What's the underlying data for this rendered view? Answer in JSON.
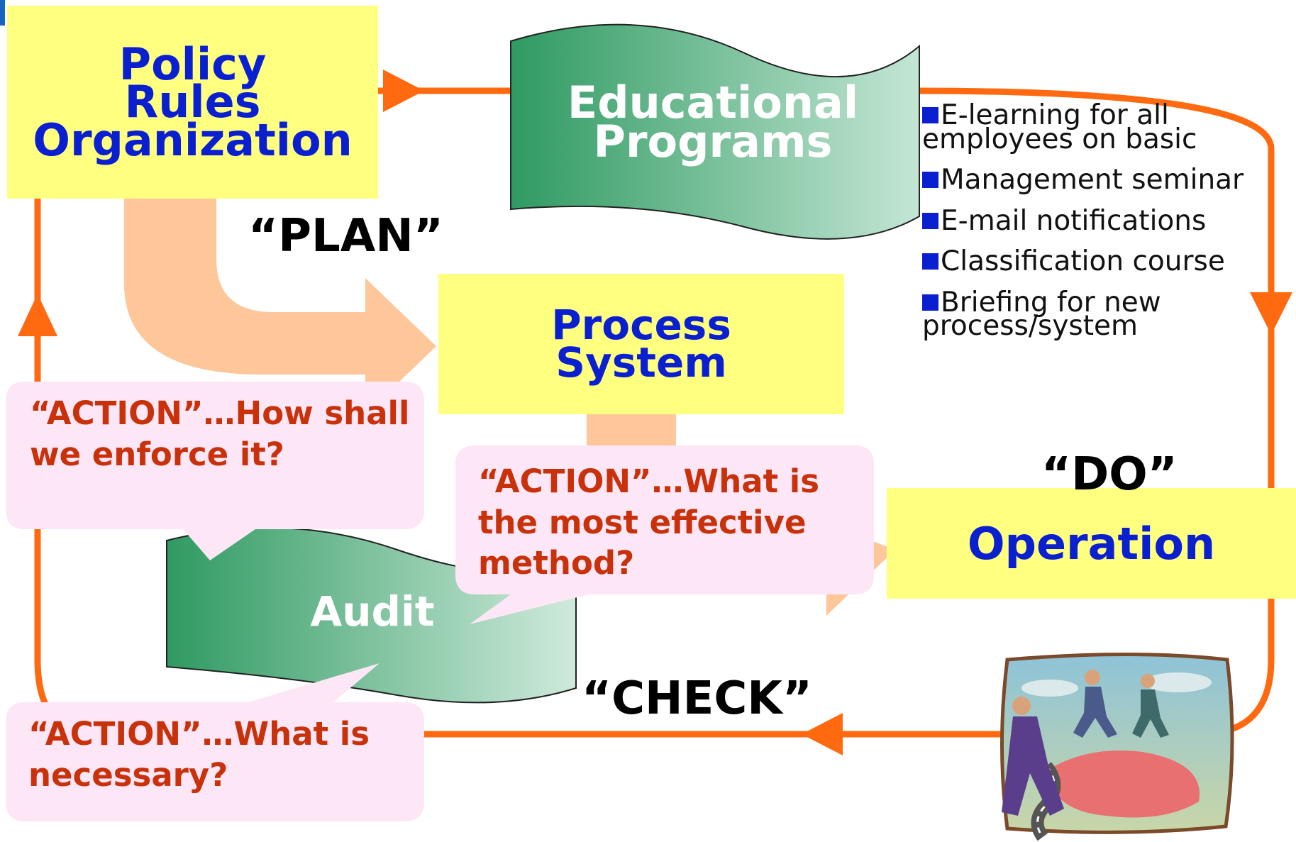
{
  "boxes": {
    "policy": [
      "Policy",
      "Rules",
      "Organization"
    ],
    "process": [
      "Process",
      "System"
    ],
    "operation": "Operation"
  },
  "educational": [
    "Educational",
    "Programs"
  ],
  "audit": "Audit",
  "phases": {
    "plan": "“PLAN”",
    "do": "“DO”",
    "check": "“CHECK”"
  },
  "programs": [
    "E-learning for all employees on basic",
    "Management seminar",
    "E-mail notifications",
    "Classification course",
    "Briefing for new process/system"
  ],
  "callouts": {
    "enforce": "“ACTION”…How shall we enforce it?",
    "method": "“ACTION”…What is the most effective method?",
    "necessary": "“ACTION”…What is necessary?"
  },
  "colors": {
    "cycle_line": "#ff6a10",
    "box_fill": "#ffff80",
    "box_text": "#0a1fd0",
    "peach_arrow": "#fec79a",
    "callout_fill": "#fde6f6",
    "callout_text": "#c8310a",
    "wave_dark": "#2f9a62",
    "wave_light": "#c4e6d4"
  },
  "illustration": {
    "icon": "businessmen-running-on-pointing-hand-clipart"
  }
}
